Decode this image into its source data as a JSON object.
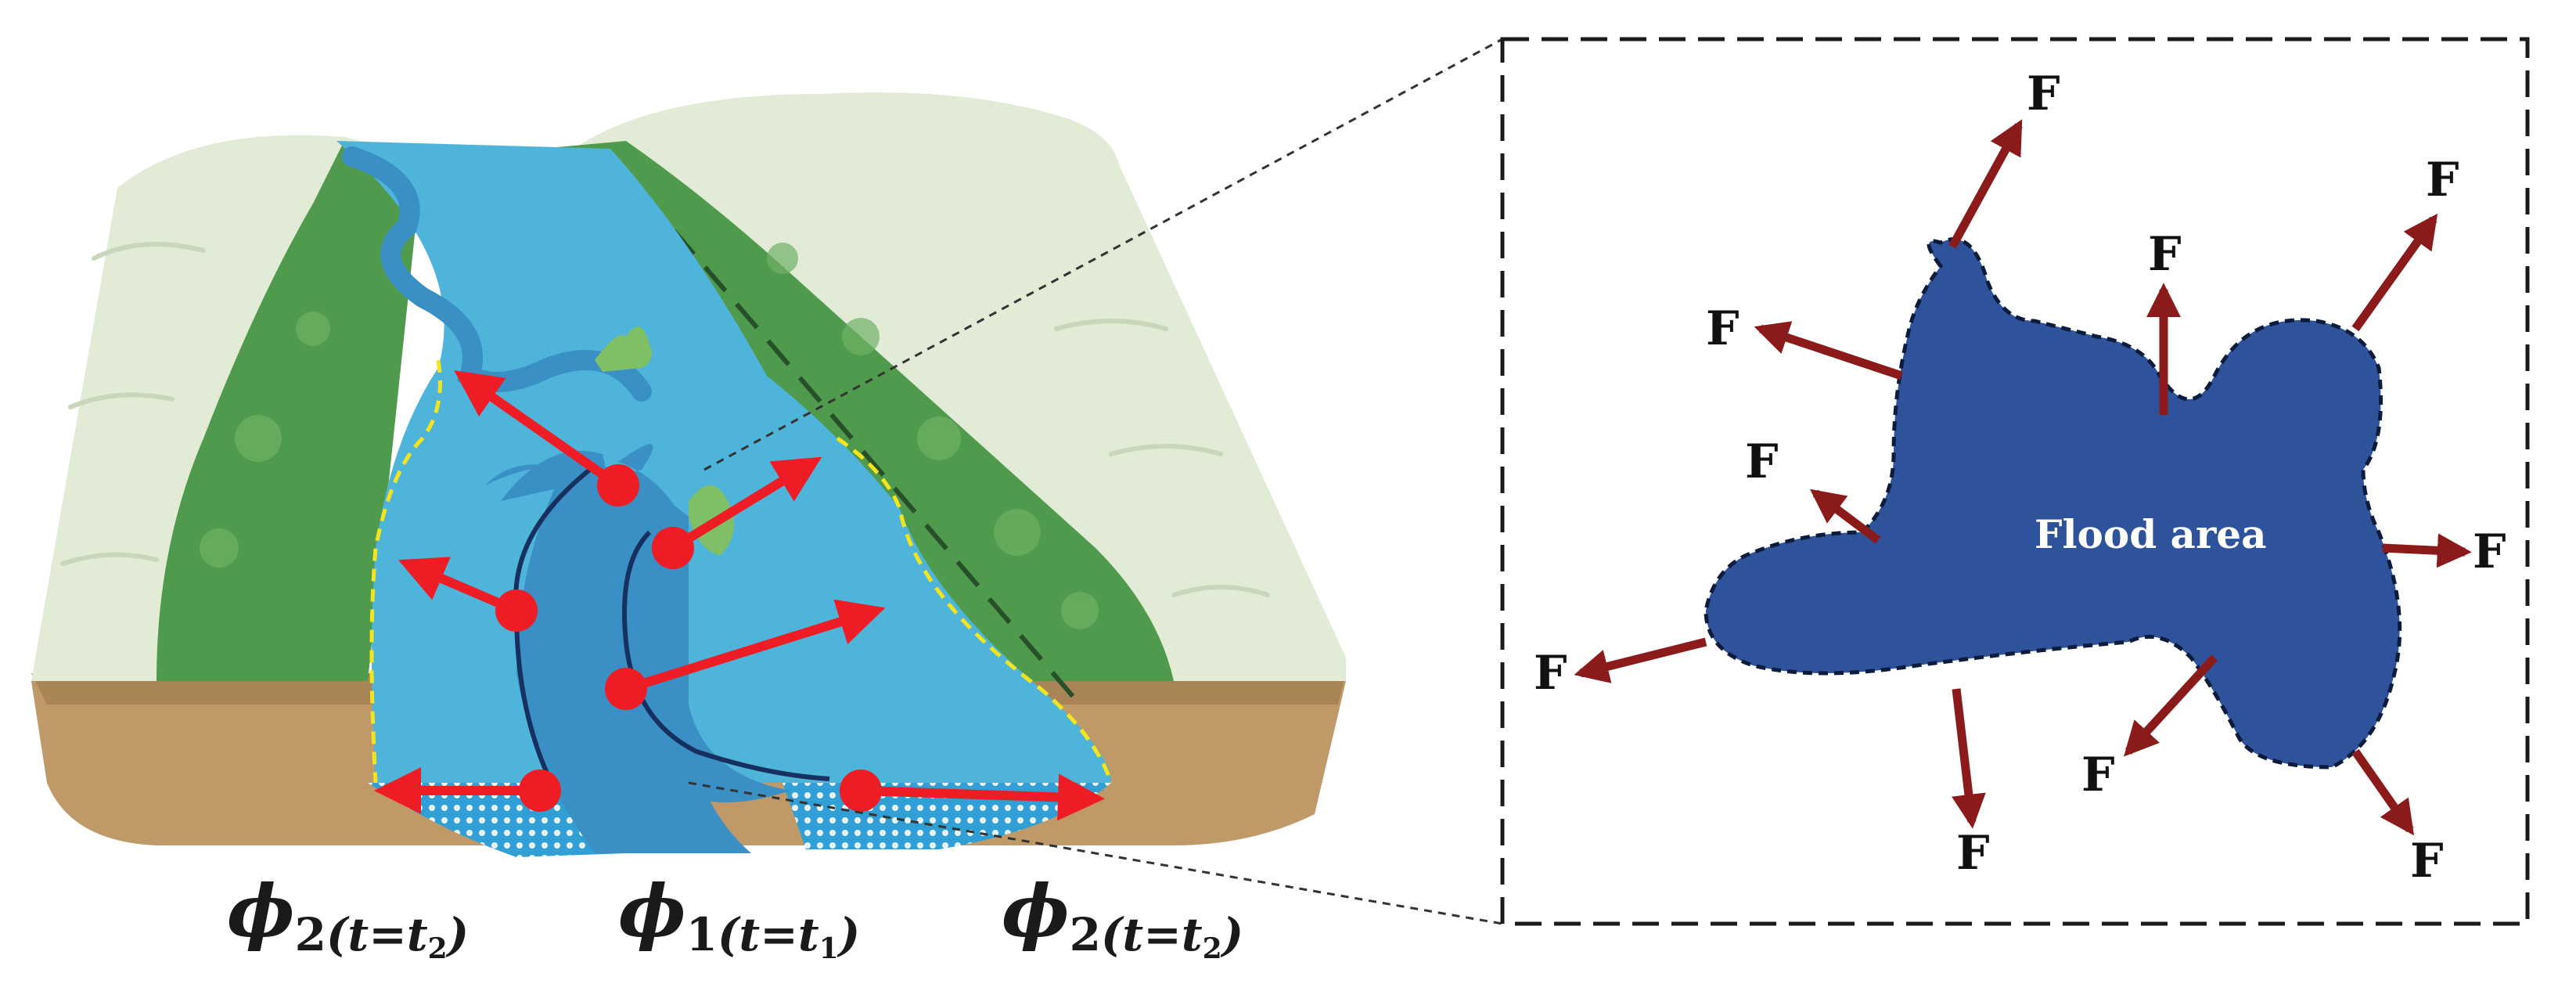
{
  "labels": {
    "phi_left": {
      "symbol": "ϕ",
      "index": "2",
      "var": "t",
      "eq": "=",
      "sub_var": "t",
      "sub_idx": "2"
    },
    "phi_center": {
      "symbol": "ϕ",
      "index": "1",
      "var": "t",
      "eq": "=",
      "sub_var": "t",
      "sub_idx": "1"
    },
    "phi_right": {
      "symbol": "ϕ",
      "index": "2",
      "var": "t",
      "eq": "=",
      "sub_var": "t",
      "sub_idx": "2"
    }
  },
  "inset": {
    "flood_label": "Flood area",
    "force_label": "F"
  },
  "colors": {
    "hill_pale": "#e1ebd6",
    "forest": "#4f9a4c",
    "river_light": "#4fb4d9",
    "river_dark": "#3a8fc4",
    "ground": "#bf9a68",
    "front_arrow": "#ee1c24",
    "flood_fill": "#2e539b",
    "force_arrow": "#8b1a1a",
    "boundary_yellow": "#f2e51f"
  }
}
